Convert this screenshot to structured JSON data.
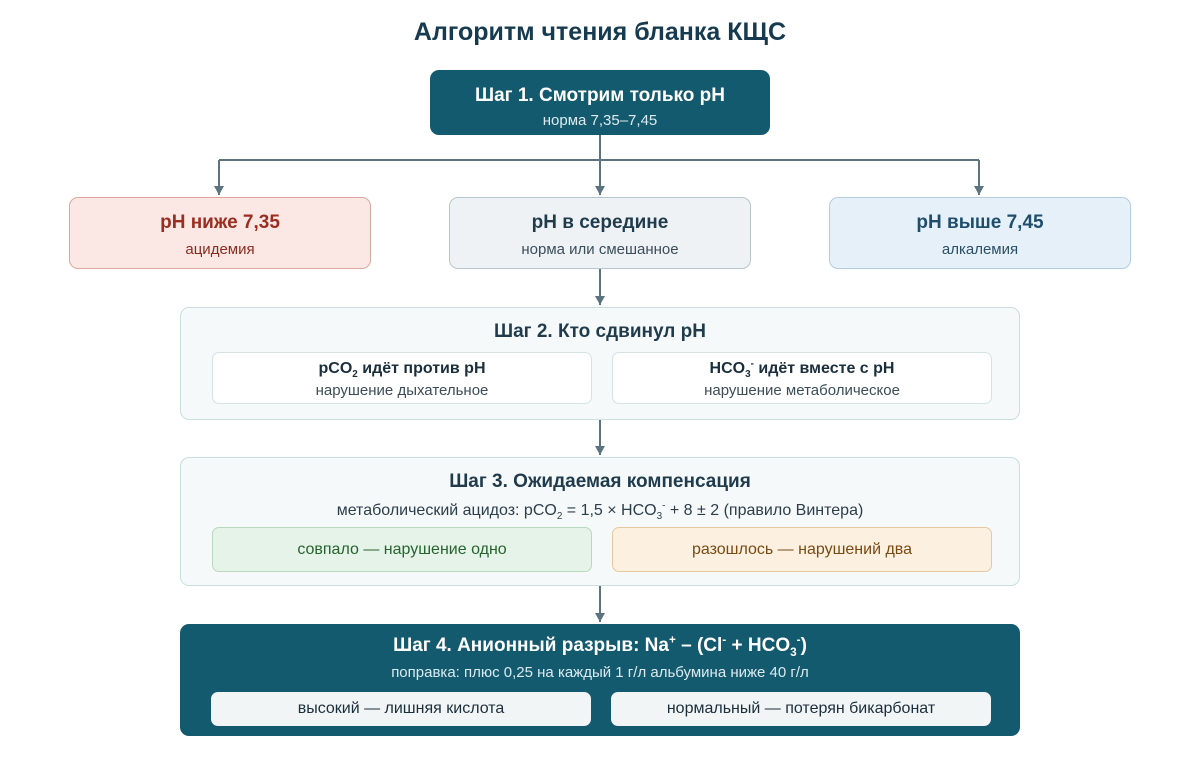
{
  "title": "Алгоритм чтения бланка КЩС",
  "step1": {
    "title": "Шаг 1. Смотрим только pH",
    "subtitle": "норма 7,35–7,45"
  },
  "ph_branches": [
    {
      "title": "pH ниже 7,35",
      "subtitle": "ацидемия"
    },
    {
      "title": "pH в середине",
      "subtitle": "норма или смешанное"
    },
    {
      "title": "pH выше 7,45",
      "subtitle": "алкалемия"
    }
  ],
  "step2": {
    "title": "Шаг 2. Кто сдвинул pH",
    "options": [
      {
        "formula_main": "pCO",
        "formula_sub": "2",
        "formula_rest": " идёт против pH",
        "subtitle": "нарушение дыхательное"
      },
      {
        "formula_main": "HCO",
        "formula_sub": "3",
        "formula_sup": "-",
        "formula_rest": " идёт вместе с pH",
        "subtitle": "нарушение метаболическое"
      }
    ]
  },
  "step3": {
    "title": "Шаг 3. Ожидаемая компенсация",
    "formula": {
      "part1": "метаболический ацидоз: pCO",
      "sub1": "2",
      "part2": " = 1,5 × HCO",
      "sub2": "3",
      "sup2": "-",
      "part3": " + 8 ± 2 (правило Винтера)"
    },
    "outcomes": [
      {
        "label": "совпало — нарушение одно",
        "color": "#e6f3e9"
      },
      {
        "label": "разошлось — нарушений два",
        "color": "#fcf1e0"
      }
    ]
  },
  "step4": {
    "title": {
      "part1": "Шаг 4. Анионный разрыв: Na",
      "sup1": "+",
      "part2": " – (Cl",
      "sup2": "-",
      "part3": " + HCO",
      "sub3": "3",
      "sup3": "-",
      "part4": ")"
    },
    "subtitle": "поправка: плюс 0,25 на каждый 1 г/л альбумина ниже 40 г/л",
    "outcomes": [
      {
        "label": "высокий — лишняя кислота"
      },
      {
        "label": "нормальный — потерян бикарбонат"
      }
    ]
  },
  "colors": {
    "primary": "#145a6e",
    "arrow": "#5d7380",
    "low": "#fbe8e4",
    "high": "#e6f0f8"
  }
}
